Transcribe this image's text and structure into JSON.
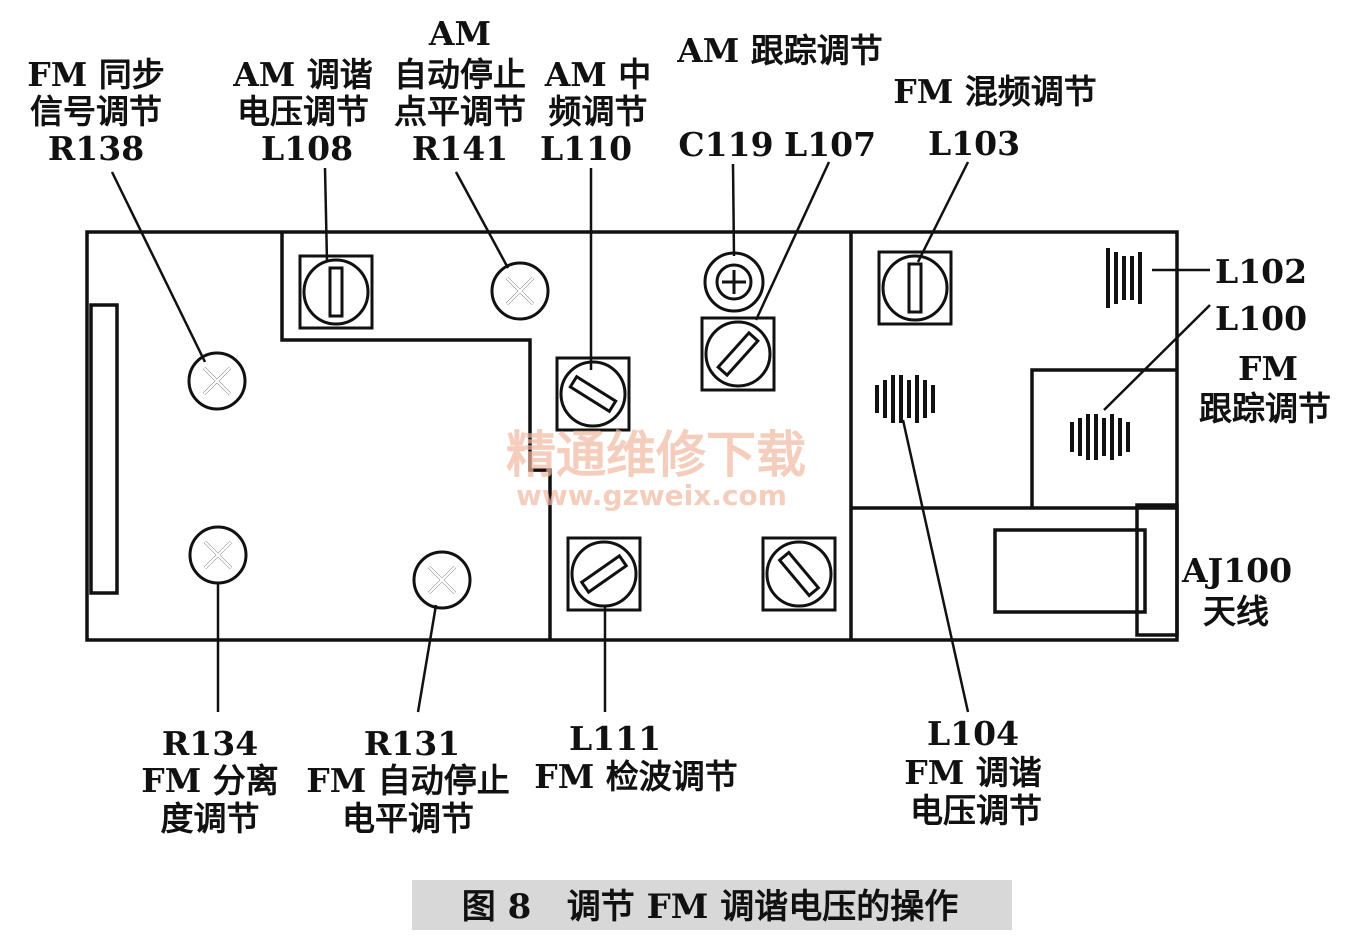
{
  "labels": {
    "fm_sync_l1": "FM 同步",
    "fm_sync_l2": "信号调节",
    "r138": "R138",
    "am_tune_l1": "AM 调谐",
    "am_tune_l2": "电压调节",
    "l108": "L108",
    "am_stop_l1": "AM",
    "am_stop_l2": "自动停止",
    "am_stop_l3": "点平调节",
    "r141": "R141",
    "am_if_l1": "AM 中",
    "am_if_l2": "频调节",
    "l110": "L110",
    "am_track": "AM 跟踪调节",
    "c119": "C119",
    "l107": "L107",
    "fm_mix": "FM 混频调节",
    "l103": "L103",
    "l102": "L102",
    "l100": "L100",
    "fm_track_l1": "FM",
    "fm_track_l2": "跟踪调节",
    "aj100": "AJ100",
    "antenna": "天线",
    "r134": "R134",
    "fm_sep_l1": "FM 分离",
    "fm_sep_l2": "度调节",
    "r131": "R131",
    "fm_stop_l1": "FM 自动停止",
    "fm_stop_l2": "电平调节",
    "l111": "L111",
    "fm_det": "FM 检波调节",
    "l104": "L104",
    "fm_tune_l1": "FM 调谐",
    "fm_tune_l2": "电压调节"
  },
  "caption": "图 8   调节 FM 调谐电压的操作",
  "watermark": {
    "cn": "精通维修下载",
    "url": "www.gzweix.com"
  },
  "icons": {
    "trimmer_pot": "cross-screw-icon",
    "coil_core": "slot-screw-icon",
    "trimmer_cap": "phillips-screw-icon",
    "air_coil": "coil-icon"
  }
}
